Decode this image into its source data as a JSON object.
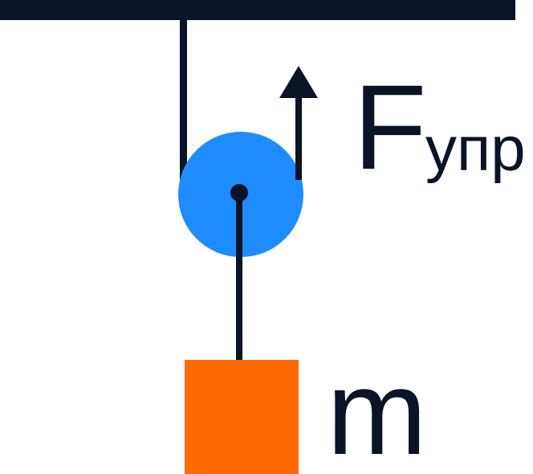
{
  "diagram": {
    "labels": {
      "force_main": "F",
      "force_sub": "упр",
      "mass": "m"
    },
    "colors": {
      "dark": "#0b1326",
      "pulley": "#1e8cff",
      "mass_block": "#ff6a00",
      "background": "#ffffff"
    },
    "icons": {
      "force_arrow": "arrow-up-icon"
    }
  }
}
